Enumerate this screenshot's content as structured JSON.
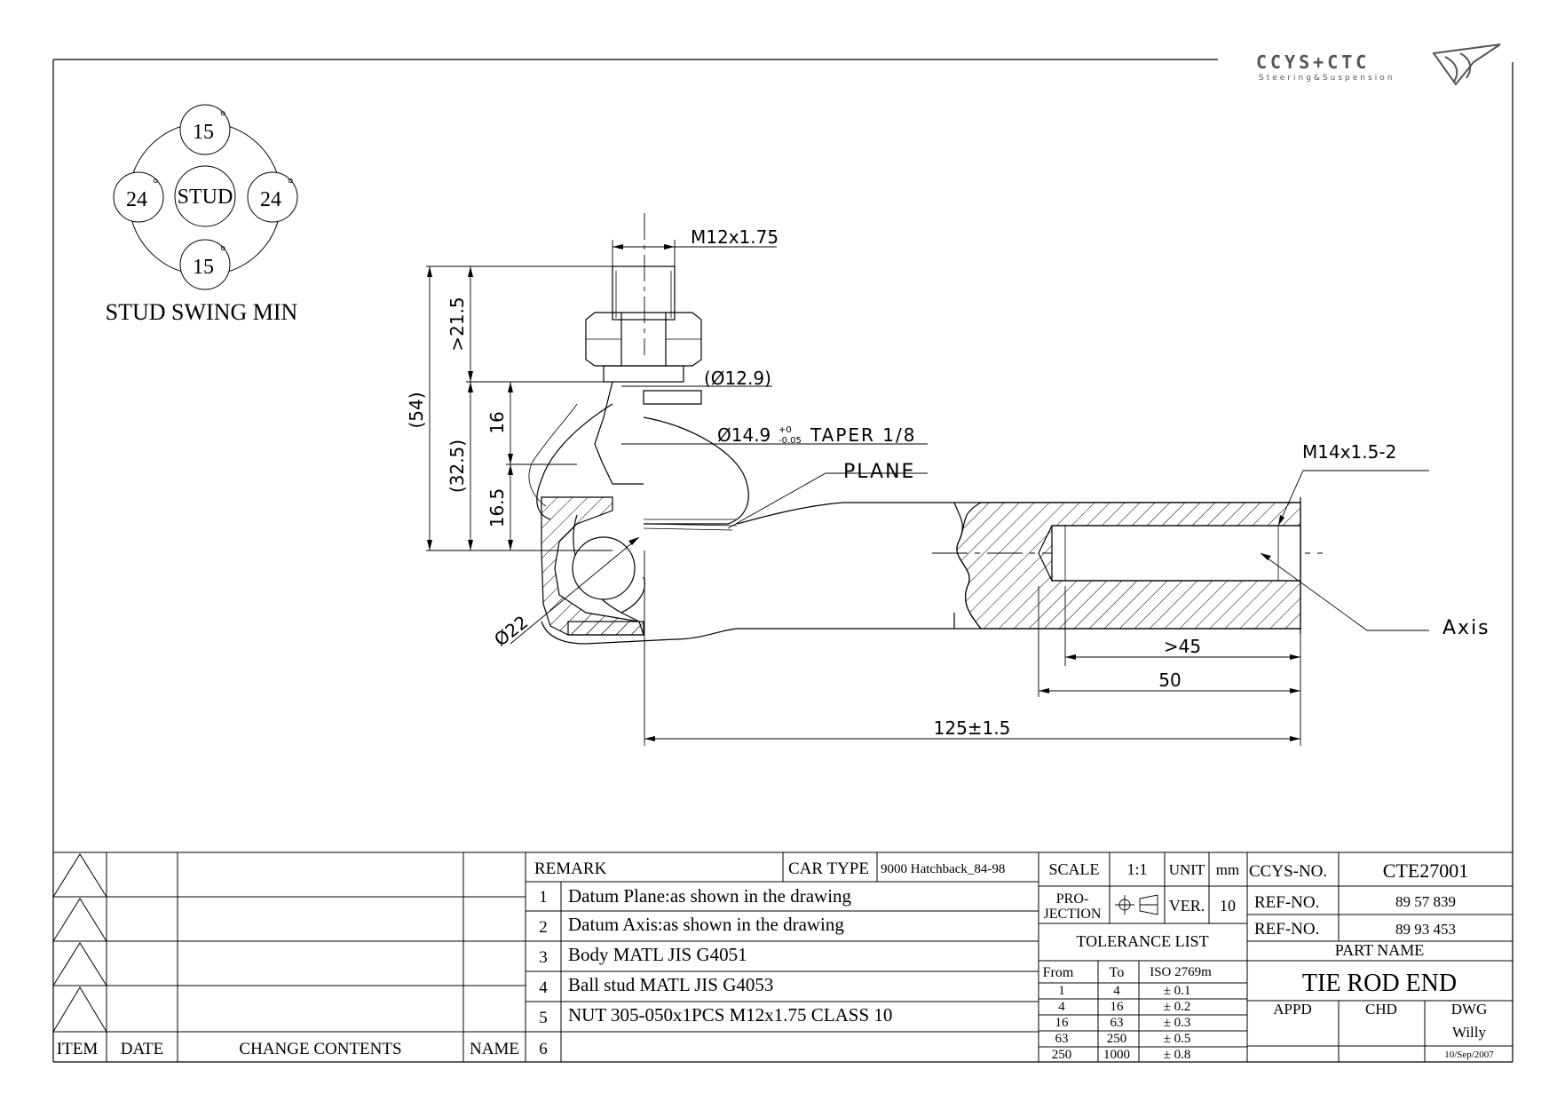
{
  "logo": {
    "brand": "CCYS+CTC",
    "tagline": "Steering&Suspension"
  },
  "swing": {
    "title": "STUD SWING MIN",
    "center": "STUD",
    "top": "15",
    "bottom": "15",
    "left": "24",
    "right": "24",
    "unit": "°"
  },
  "dimensions": {
    "thread_stud": "M12x1.75",
    "dia_neck": "(Ø12.9)",
    "taper": "Ø14.9",
    "taper_tol_upper": "+0",
    "taper_tol_lower": "-0.05",
    "taper_note": "TAPER 1/8",
    "plane": "PLANE",
    "thread_rod": "M14x1.5-2",
    "axis": "Axis",
    "h_total": "(54)",
    "h_upper": ">21.5",
    "h_lower": "(32.5)",
    "h_16": "16",
    "h_16_5": "16.5",
    "ball_dia": "Ø22",
    "len_45": ">45",
    "len_50": "50",
    "len_total": "125±1.5"
  },
  "change_table": {
    "headers": {
      "item": "ITEM",
      "date": "DATE",
      "contents": "CHANGE CONTENTS",
      "name": "NAME"
    }
  },
  "remarks": {
    "header": "REMARK",
    "car_type_label": "CAR TYPE",
    "car_type_value": "9000 Hatchback_84-98",
    "items": [
      {
        "no": "1",
        "text": "Datum Plane:as shown in the drawing"
      },
      {
        "no": "2",
        "text": "Datum Axis:as shown in the drawing"
      },
      {
        "no": "3",
        "text": "Body MATL JIS G4051"
      },
      {
        "no": "4",
        "text": "Ball stud MATL JIS G4053"
      },
      {
        "no": "5",
        "text": "NUT 305-050x1PCS M12x1.75 CLASS 10"
      },
      {
        "no": "6",
        "text": ""
      }
    ]
  },
  "drawing_info": {
    "scale_label": "SCALE",
    "scale_value": "1:1",
    "unit_label": "UNIT",
    "unit_value": "mm",
    "projection_label": "PRO-\nJECTION",
    "projection_line1": "PRO-",
    "projection_line2": "JECTION",
    "ver_label": "VER.",
    "ver_value": "10"
  },
  "tolerance": {
    "title": "TOLERANCE LIST",
    "headers": [
      "From",
      "To",
      "ISO 2769m"
    ],
    "rows": [
      [
        "1",
        "4",
        "± 0.1"
      ],
      [
        "4",
        "16",
        "± 0.2"
      ],
      [
        "16",
        "63",
        "± 0.3"
      ],
      [
        "63",
        "250",
        "± 0.5"
      ],
      [
        "250",
        "1000",
        "± 0.8"
      ]
    ]
  },
  "part_info": {
    "ccys_label": "CCYS-NO.",
    "ccys_value": "CTE27001",
    "ref1_label": "REF-NO.",
    "ref1_value": "89 57 839",
    "ref2_label": "REF-NO.",
    "ref2_value": "89 93 453",
    "part_name_label": "PART NAME",
    "part_name_value": "TIE ROD END",
    "appd": "APPD",
    "chd": "CHD",
    "dwg": "DWG",
    "drawn_by": "Willy",
    "date": "10/Sep/2007"
  }
}
